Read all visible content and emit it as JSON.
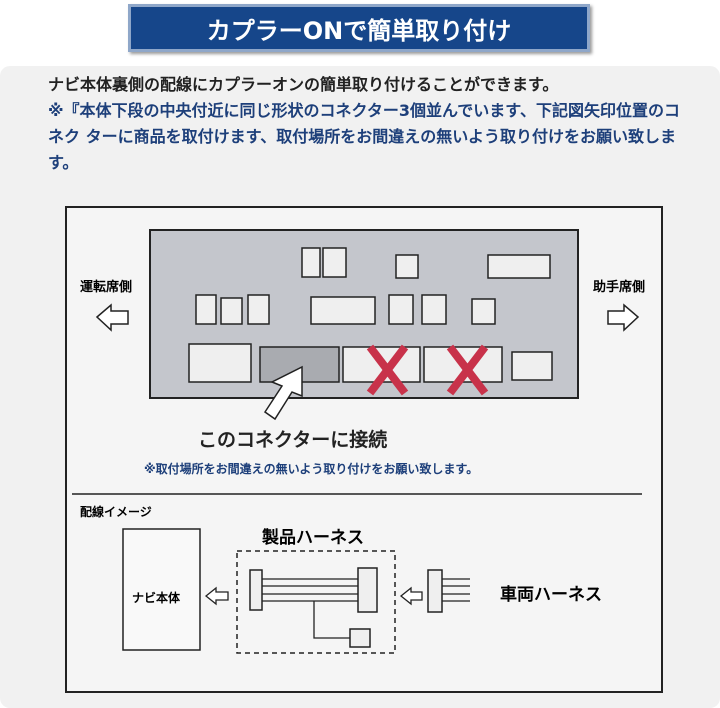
{
  "header": {
    "title": "カプラーONで簡単取り付け"
  },
  "intro": "ナビ本体裏側の配線にカプラーオンの簡単取り付けることができます。",
  "note": "※『本体下段の中央付近に同じ形状のコネクター3個並んでいます、下記図矢印位置のコネク ターに商品を取付けます、取付場所をお間違えの無いよう取り付けをお願い致します。",
  "diagram": {
    "left_label": "運転席側",
    "right_label": "助手席側",
    "connect_label": "このコネクターに接続",
    "caution": "※取付場所をお間違えの無いよう取り付けをお願い致します。",
    "wiring_title": "配線イメージ",
    "navi_label": "ナビ本体",
    "product_label": "製品ハーネス",
    "vehicle_label": "車両ハーネス"
  },
  "colors": {
    "banner": "#16468a",
    "note": "#1d3f7a",
    "x_mark": "#c8324a"
  }
}
